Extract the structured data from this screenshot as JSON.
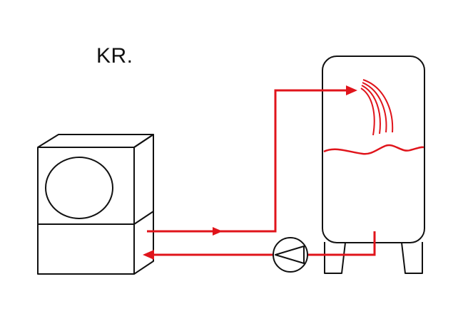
{
  "diagram": {
    "label": "KR.",
    "colors": {
      "stroke": "#111111",
      "flow": "#e0141b",
      "background": "#ffffff"
    },
    "components": [
      {
        "name": "heat-pump-unit",
        "icon": "heat-pump-icon"
      },
      {
        "name": "storage-tank",
        "icon": "tank-icon"
      },
      {
        "name": "circulation-pump",
        "icon": "pump-icon"
      }
    ],
    "flows": [
      {
        "from": "heat-pump-unit",
        "to": "storage-tank",
        "kind": "supply"
      },
      {
        "from": "storage-tank",
        "to": "heat-pump-unit",
        "kind": "return",
        "via": "circulation-pump"
      }
    ]
  }
}
